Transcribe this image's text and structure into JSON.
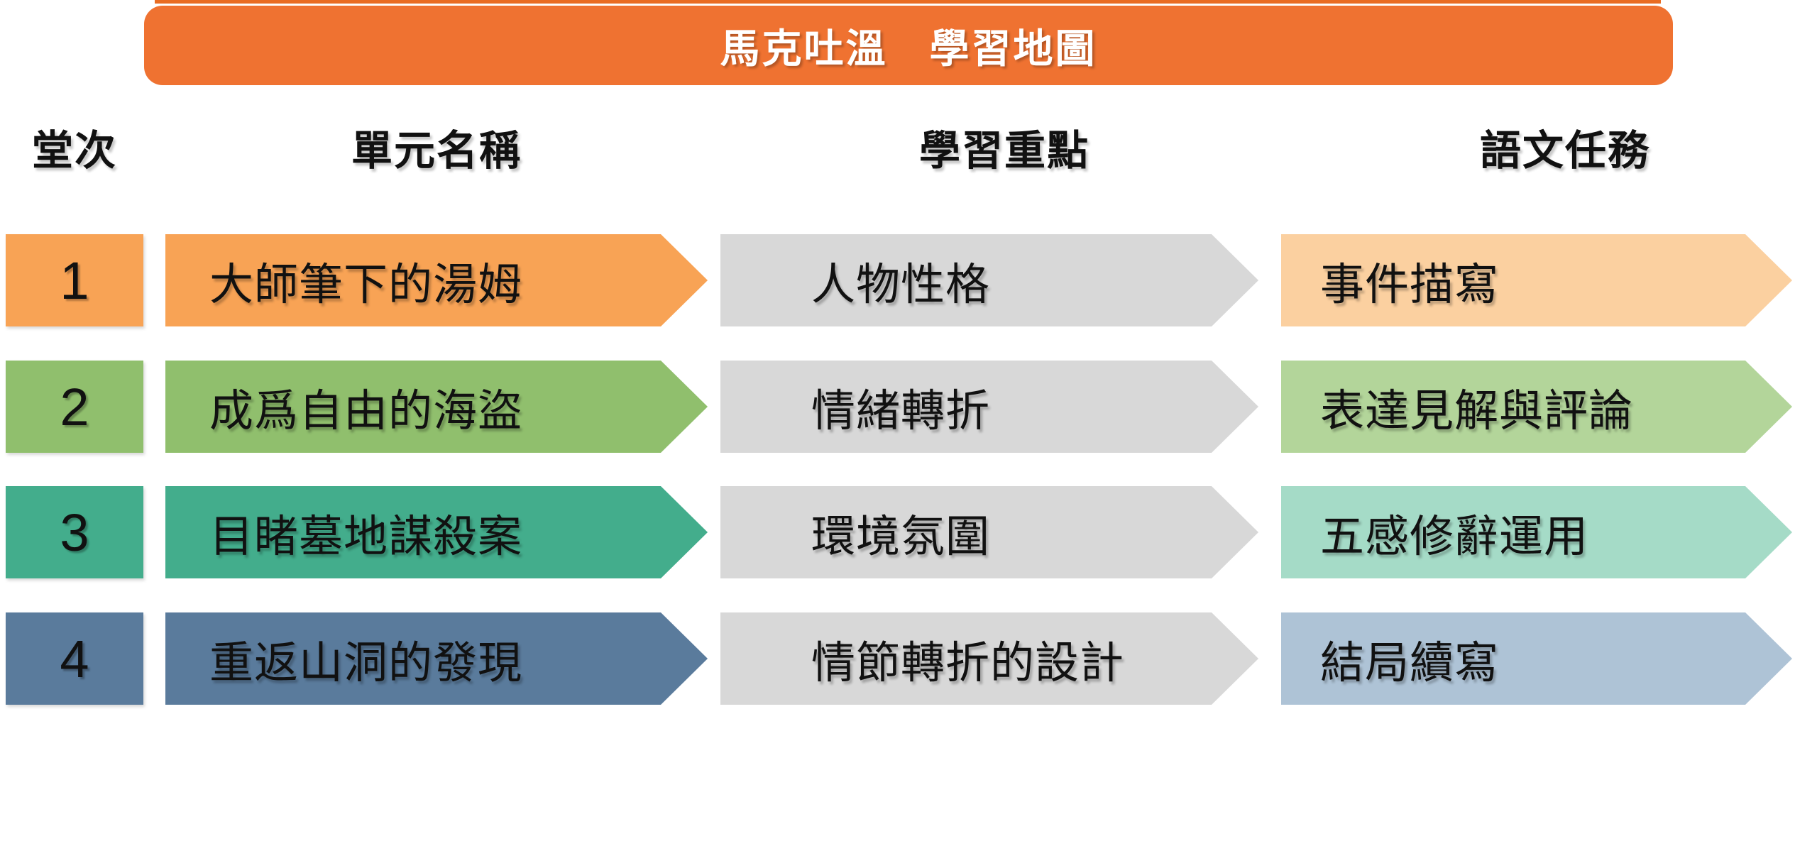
{
  "title": "馬克吐溫　學習地圖",
  "colors": {
    "banner": "#EF7231",
    "banner_strip": "#E96C22",
    "focus_bg": "#D8D8D8"
  },
  "columns": {
    "session": "堂次",
    "unit": "單元名稱",
    "focus": "學習重點",
    "task": "語文任務"
  },
  "rows": [
    {
      "num": "1",
      "unit": "大師筆下的湯姆",
      "focus": "人物性格",
      "task": "事件描寫",
      "main_color": "#F8A355",
      "task_color": "#FBD0A0"
    },
    {
      "num": "2",
      "unit": "成爲自由的海盜",
      "focus": "情緒轉折",
      "task": "表達見解與評論",
      "main_color": "#90BF6D",
      "task_color": "#B3D59A"
    },
    {
      "num": "3",
      "unit": "目睹墓地謀殺案",
      "focus": "環境氛圍",
      "task": "五感修辭運用",
      "main_color": "#43AD8C",
      "task_color": "#A5DBC7"
    },
    {
      "num": "4",
      "unit": "重返山洞的發現",
      "focus": "情節轉折的設計",
      "task": "結局續寫",
      "main_color": "#5A7B9C",
      "task_color": "#AEC3D6"
    }
  ]
}
